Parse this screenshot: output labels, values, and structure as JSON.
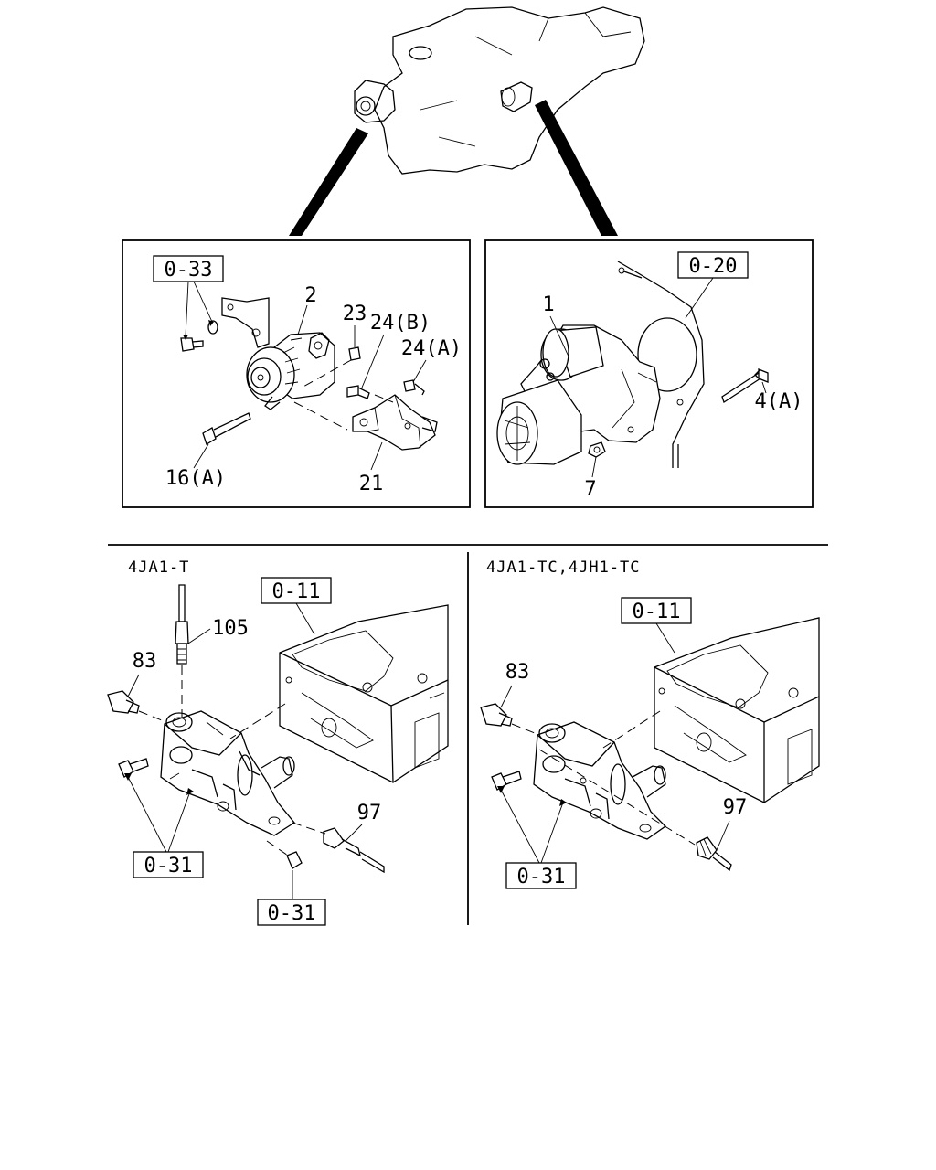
{
  "top_panel_left": {
    "ref": "0-33",
    "callouts": [
      "2",
      "23",
      "24(B)",
      "24(A)",
      "16(A)",
      "21"
    ]
  },
  "top_panel_right": {
    "ref": "0-20",
    "callouts": [
      "1",
      "4(A)",
      "7"
    ]
  },
  "bottom_left": {
    "title": "4JA1-T",
    "refs": [
      "0-11",
      "0-31",
      "0-31"
    ],
    "callouts": [
      "105",
      "83",
      "97"
    ]
  },
  "bottom_right": {
    "title": "4JA1-TC,4JH1-TC",
    "refs": [
      "0-11",
      "0-31"
    ],
    "callouts": [
      "83",
      "97"
    ]
  }
}
